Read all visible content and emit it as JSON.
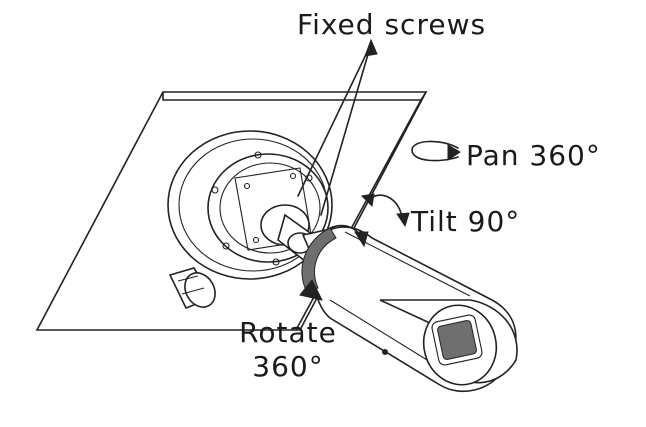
{
  "labels": {
    "fixed_screws": "Fixed screws",
    "pan": "Pan 360°",
    "tilt": "Tilt 90°",
    "rotate_line1": "Rotate",
    "rotate_line2": "360°"
  },
  "colors": {
    "line": "#222222",
    "background": "#ffffff",
    "arrow_grey": "#6f6f6f"
  }
}
